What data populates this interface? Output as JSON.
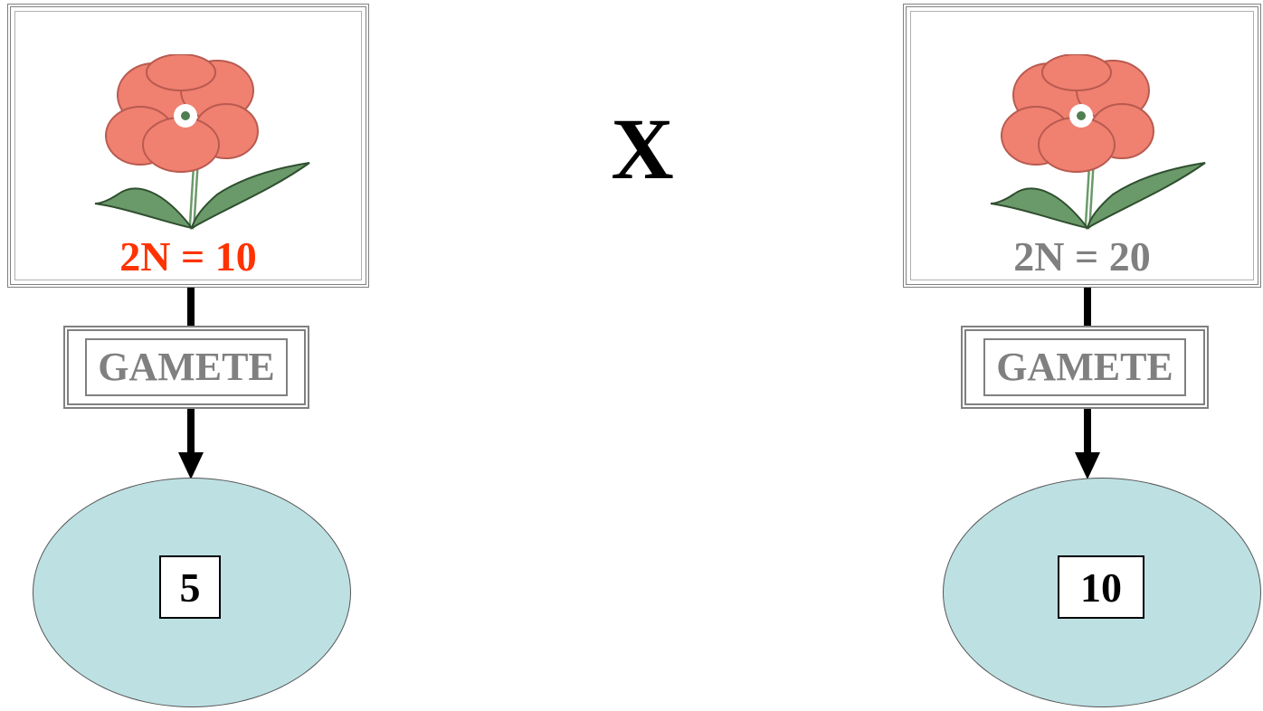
{
  "cross_symbol": "X",
  "left": {
    "ploidy_label": "2N = 10",
    "ploidy_color": "#ff3300",
    "gamete_label": "GAMETE",
    "chromosome_count": "5"
  },
  "right": {
    "ploidy_label": "2N = 20",
    "ploidy_color": "#808080",
    "gamete_label": "GAMETE",
    "chromosome_count": "10"
  },
  "icons": {
    "parent_plant": "flower-icon"
  },
  "colors": {
    "petal": "#f08070",
    "leaf": "#6b9a6a",
    "gamete_fill": "#bde0e3",
    "frame": "#808080"
  }
}
